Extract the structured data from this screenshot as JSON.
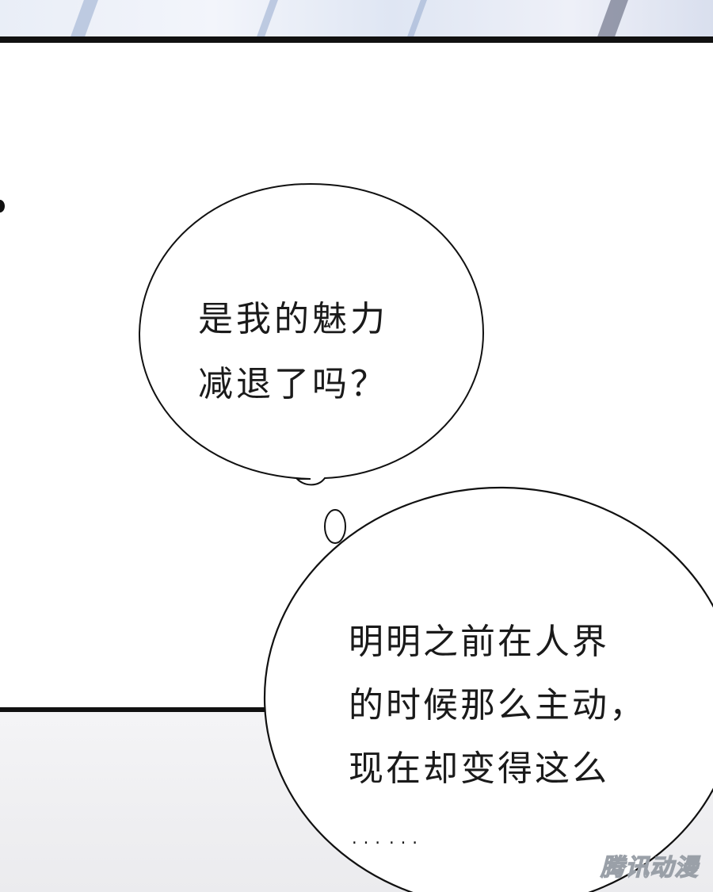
{
  "bubble_top": {
    "lines": [
      "是我的魅力",
      "减退了吗？"
    ]
  },
  "bubble_bottom": {
    "lines": [
      "明明之前在人界",
      "的时候那么主动，",
      "现在却变得这么",
      "……"
    ]
  },
  "watermark": {
    "text": "腾讯动漫"
  },
  "colors": {
    "border": "#111111",
    "panel": "#ffffff",
    "lower_panel": "#efeff1",
    "top_tint": "#e4e9f4"
  }
}
